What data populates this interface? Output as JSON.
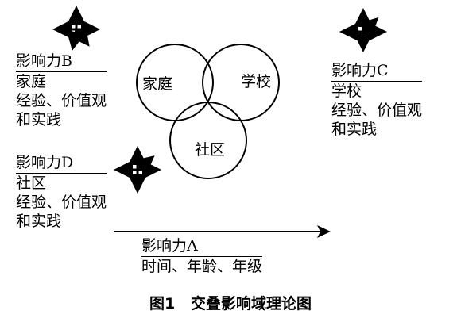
{
  "venn": {
    "circles": [
      {
        "label": "家庭"
      },
      {
        "label": "学校"
      },
      {
        "label": "社区"
      }
    ]
  },
  "influences": {
    "a": {
      "heading": "影响力A",
      "lines": [
        "时间、年龄、年级"
      ]
    },
    "b": {
      "heading": "影响力B",
      "lines": [
        "家庭",
        "经验、价值观",
        "和实践"
      ]
    },
    "c": {
      "heading": "影响力C",
      "lines": [
        "学校",
        "经验、价值观",
        "和实践"
      ]
    },
    "d": {
      "heading": "影响力D",
      "lines": [
        "社区",
        "经验、价值观",
        "和实践"
      ]
    }
  },
  "icons": [
    "four-way-arrows-icon",
    "four-way-arrows-icon",
    "four-way-arrows-icon",
    "right-arrow-icon"
  ],
  "caption": {
    "number": "图1",
    "title": "交叠影响域理论图"
  }
}
